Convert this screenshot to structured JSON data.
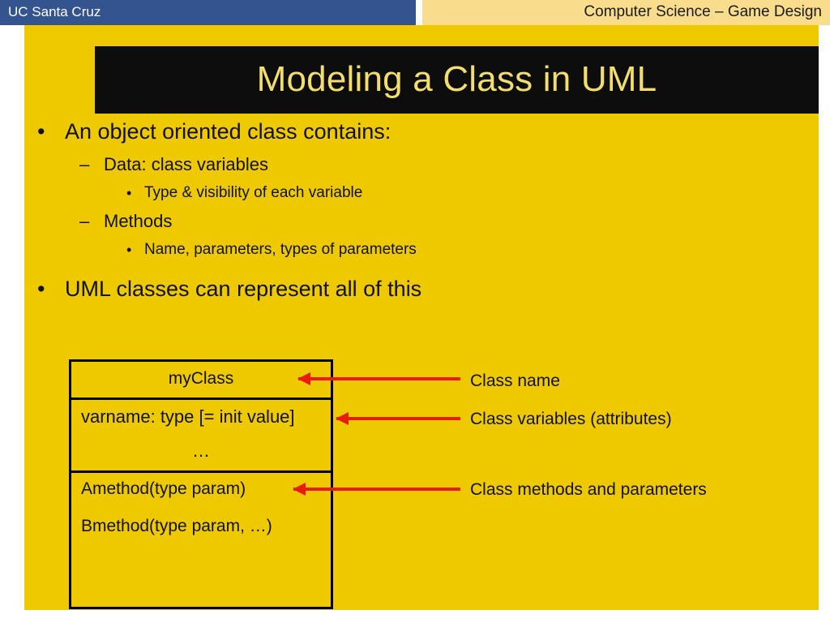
{
  "header": {
    "institution": "UC Santa Cruz",
    "course": "Computer Science – Game Design",
    "blue_color": "#33548f",
    "yellow_color": "#fadd8c"
  },
  "slide": {
    "title": "Modeling a Class in UML",
    "background_color": "#eec900",
    "title_bar_color": "#0d0d0d",
    "title_text_color": "#f2dd6e"
  },
  "bullets": [
    {
      "level": 1,
      "text": "An object oriented class contains:",
      "marker": "bullet-dot"
    },
    {
      "level": 2,
      "text": "Data: class variables",
      "marker": "bullet-dash"
    },
    {
      "level": 3,
      "text": "Type & visibility of each variable",
      "marker": "bullet-dot"
    },
    {
      "level": 2,
      "text": "Methods",
      "marker": "bullet-dash"
    },
    {
      "level": 3,
      "text": "Name, parameters, types of parameters",
      "marker": "bullet-dot"
    },
    {
      "level": 1,
      "text": "UML classes can represent all of this",
      "marker": "bullet-dot"
    }
  ],
  "uml_class": {
    "name": "myClass",
    "attributes": [
      "varname: type [= init value]",
      "…"
    ],
    "methods": [
      "Amethod(type param)",
      "Bmethod(type param, …)"
    ]
  },
  "callouts": [
    {
      "label": "Class name",
      "arrow_color": "#e81b0c",
      "points_to": "uml-name-compartment"
    },
    {
      "label": "Class variables (attributes)",
      "arrow_color": "#e81b0c",
      "points_to": "uml-attributes-compartment"
    },
    {
      "label": "Class methods and parameters",
      "arrow_color": "#e81b0c",
      "points_to": "uml-methods-compartment"
    }
  ]
}
